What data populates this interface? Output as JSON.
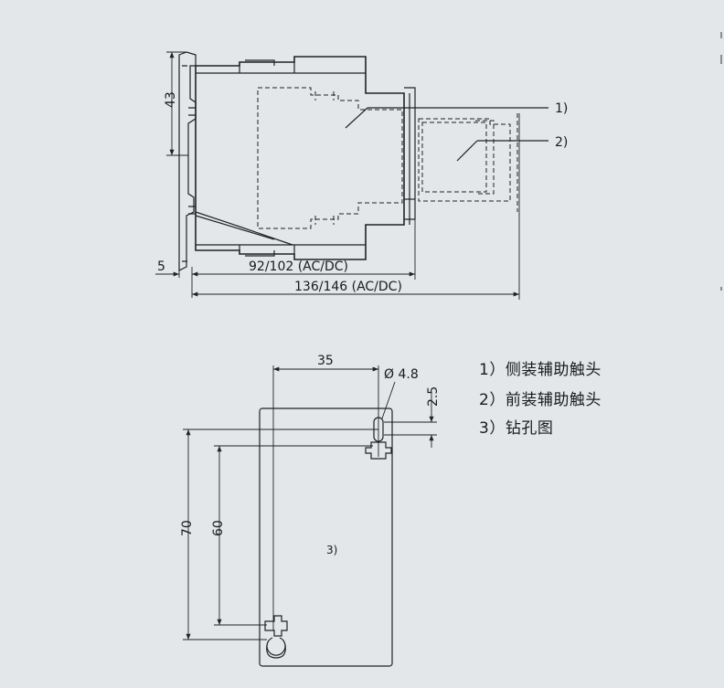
{
  "side_view": {
    "dim_height": "43",
    "dim_offset": "5",
    "dim_width_base": "92/102 (AC/DC)",
    "dim_width_total": "136/146 (AC/DC)",
    "callout_1": "1)",
    "callout_2": "2)"
  },
  "drill_view": {
    "dim_spacing_h": "35",
    "dim_hole_dia": "Ø 4.8",
    "dim_top_offset": "2.5",
    "dim_height_outer": "70",
    "dim_height_inner": "60",
    "callout_3": "3)"
  },
  "legend": {
    "items": [
      "1）侧装辅助触头",
      "2）前装辅助触头",
      "3）钻孔图"
    ]
  }
}
